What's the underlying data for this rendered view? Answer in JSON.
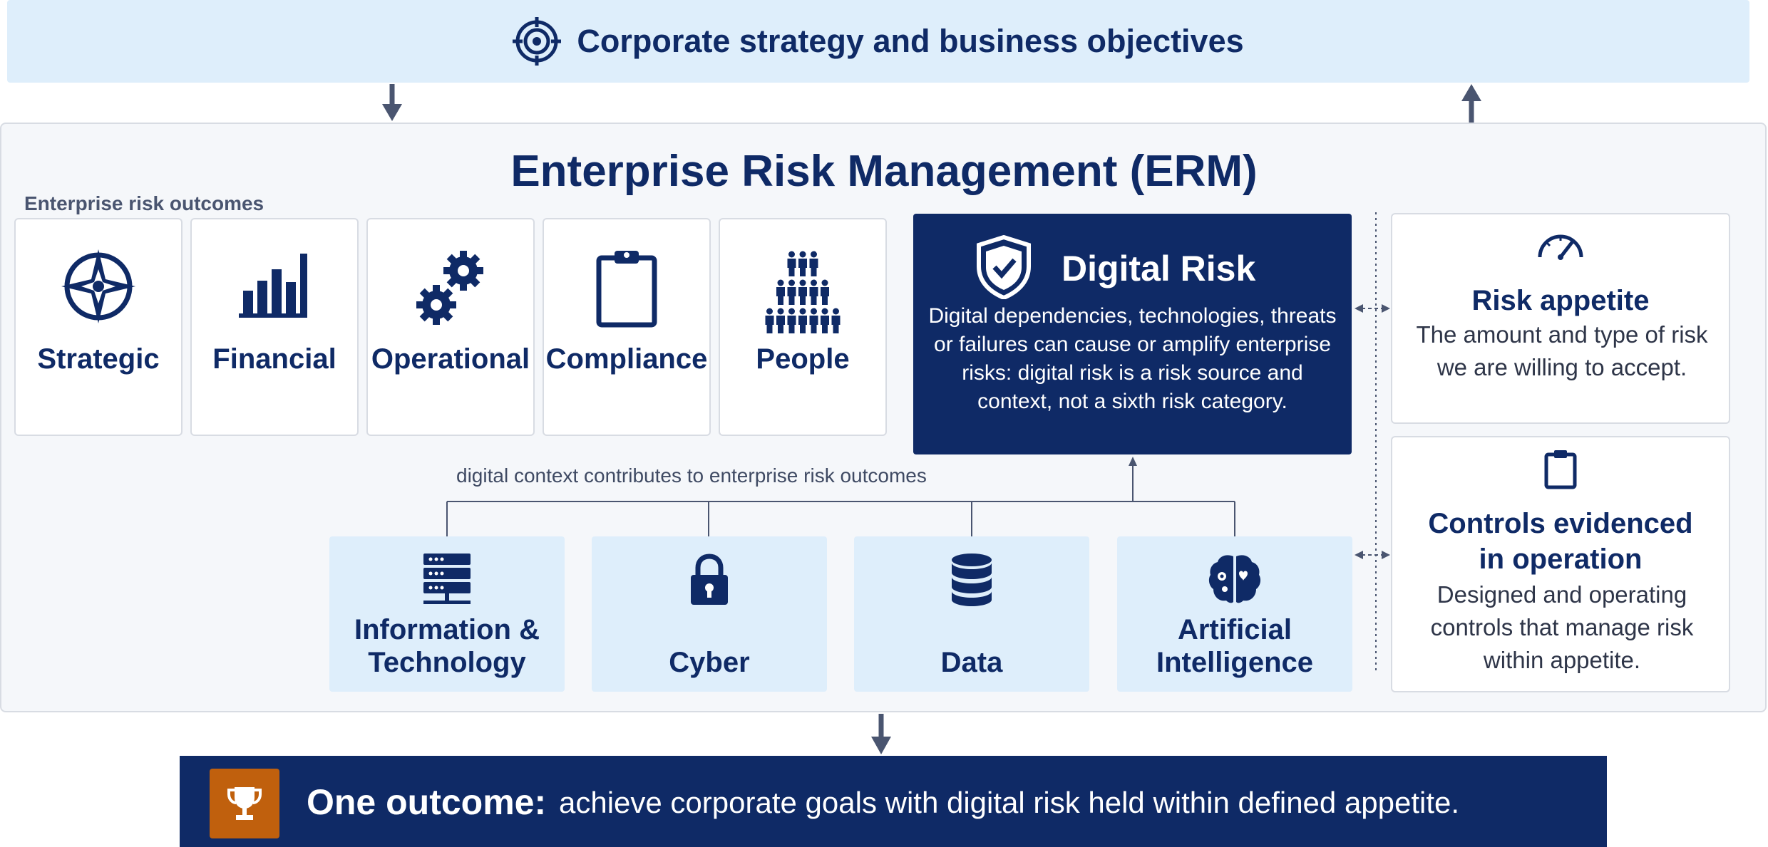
{
  "top_banner": {
    "title": "Corporate strategy and business objectives",
    "icon": "target-icon"
  },
  "erm": {
    "title": "Enterprise Risk Management (ERM)",
    "outcomes_label": "Enterprise risk outcomes",
    "categories": [
      {
        "label": "Strategic",
        "icon": "compass-icon"
      },
      {
        "label": "Financial",
        "icon": "bar-chart-icon"
      },
      {
        "label": "Operational",
        "icon": "gears-icon"
      },
      {
        "label": "Compliance",
        "icon": "clipboard-icon"
      },
      {
        "label": "People",
        "icon": "people-icon"
      }
    ]
  },
  "digital_risk": {
    "title": "Digital Risk",
    "icon": "shield-check-icon",
    "body": "Digital dependencies, technologies, threats or failures can cause or amplify enterprise risks: digital risk is a risk source and context, not a sixth risk category."
  },
  "contribution_label": "digital context contributes to enterprise risk outcomes",
  "sources": [
    {
      "line1": "Information &",
      "line2": "Technology",
      "icon": "server-icon"
    },
    {
      "line1": "",
      "line2": "Cyber",
      "icon": "lock-icon"
    },
    {
      "line1": "",
      "line2": "Data",
      "icon": "database-icon"
    },
    {
      "line1": "Artificial",
      "line2": "Intelligence",
      "icon": "brain-icon"
    }
  ],
  "risk_appetite": {
    "title": "Risk appetite",
    "body": "The amount and type of risk we are willing to accept.",
    "icon": "gauge-icon"
  },
  "controls": {
    "title_line1": "Controls evidenced",
    "title_line2": "in operation",
    "body": "Designed and operating controls that manage risk within appetite.",
    "icon": "clipboard-icon"
  },
  "bottom": {
    "lead": "One outcome:",
    "text": "achieve corporate goals with digital risk held within defined appetite.",
    "icon": "trophy-icon"
  },
  "colors": {
    "navy": "#0f2a66",
    "light_blue": "#deeefb",
    "orange": "#c0600d",
    "panel": "#f5f7fa"
  }
}
